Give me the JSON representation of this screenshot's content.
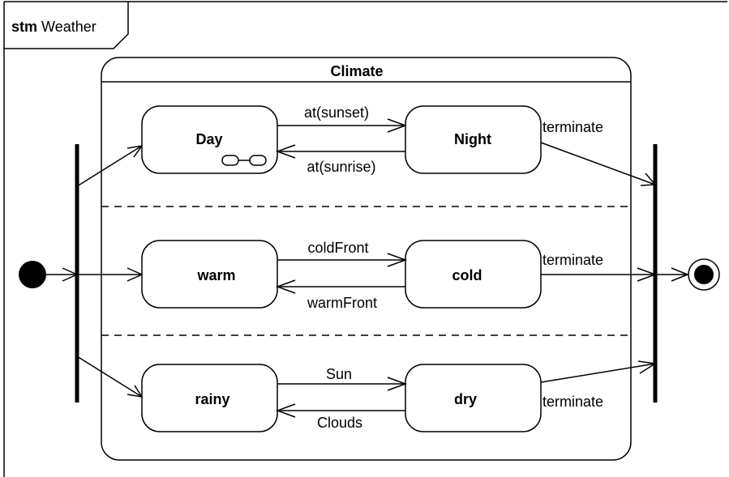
{
  "frame": {
    "keyword": "stm",
    "name": "Weather"
  },
  "composite": {
    "name": "Climate"
  },
  "regions": [
    {
      "states": [
        "Day",
        "Night"
      ],
      "forward": "at(sunset)",
      "backward": "at(sunrise)",
      "exit": "terminate"
    },
    {
      "states": [
        "warm",
        "cold"
      ],
      "forward": "coldFront",
      "backward": "warmFront",
      "exit": "terminate"
    },
    {
      "states": [
        "rainy",
        "dry"
      ],
      "forward": "Sun",
      "backward": "Clouds",
      "exit": "terminate"
    }
  ]
}
